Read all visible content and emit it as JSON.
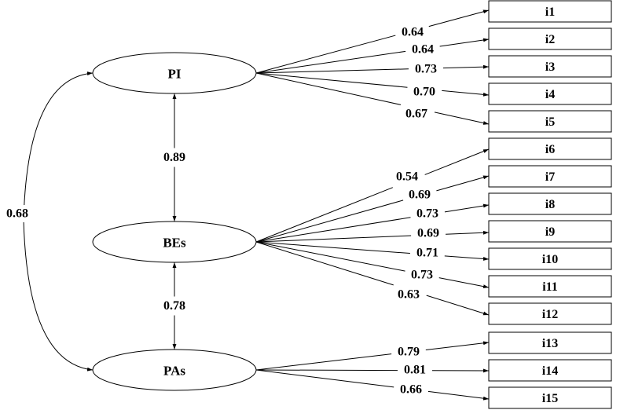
{
  "diagram": {
    "latent_variables": [
      {
        "id": "PI",
        "label": "PI"
      },
      {
        "id": "BEs",
        "label": "BEs"
      },
      {
        "id": "PAs",
        "label": "PAs"
      }
    ],
    "items": [
      {
        "id": "i1",
        "label": "i1",
        "factor": "PI",
        "loading": "0.64"
      },
      {
        "id": "i2",
        "label": "i2",
        "factor": "PI",
        "loading": "0.64"
      },
      {
        "id": "i3",
        "label": "i3",
        "factor": "PI",
        "loading": "0.73"
      },
      {
        "id": "i4",
        "label": "i4",
        "factor": "PI",
        "loading": "0.70"
      },
      {
        "id": "i5",
        "label": "i5",
        "factor": "PI",
        "loading": "0.67"
      },
      {
        "id": "i6",
        "label": "i6",
        "factor": "BEs",
        "loading": "0.54"
      },
      {
        "id": "i7",
        "label": "i7",
        "factor": "BEs",
        "loading": "0.69"
      },
      {
        "id": "i8",
        "label": "i8",
        "factor": "BEs",
        "loading": "0.73"
      },
      {
        "id": "i9",
        "label": "i9",
        "factor": "BEs",
        "loading": "0.69"
      },
      {
        "id": "i10",
        "label": "i10",
        "factor": "BEs",
        "loading": "0.71"
      },
      {
        "id": "i11",
        "label": "i11",
        "factor": "BEs",
        "loading": "0.73"
      },
      {
        "id": "i12",
        "label": "i12",
        "factor": "BEs",
        "loading": "0.63"
      },
      {
        "id": "i13",
        "label": "i13",
        "factor": "PAs",
        "loading": "0.79"
      },
      {
        "id": "i14",
        "label": "i14",
        "factor": "PAs",
        "loading": "0.81"
      },
      {
        "id": "i15",
        "label": "i15",
        "factor": "PAs",
        "loading": "0.66"
      }
    ],
    "correlations": [
      {
        "from": "PI",
        "to": "BEs",
        "value": "0.89"
      },
      {
        "from": "BEs",
        "to": "PAs",
        "value": "0.78"
      },
      {
        "from": "PI",
        "to": "PAs",
        "value": "0.68"
      }
    ]
  }
}
